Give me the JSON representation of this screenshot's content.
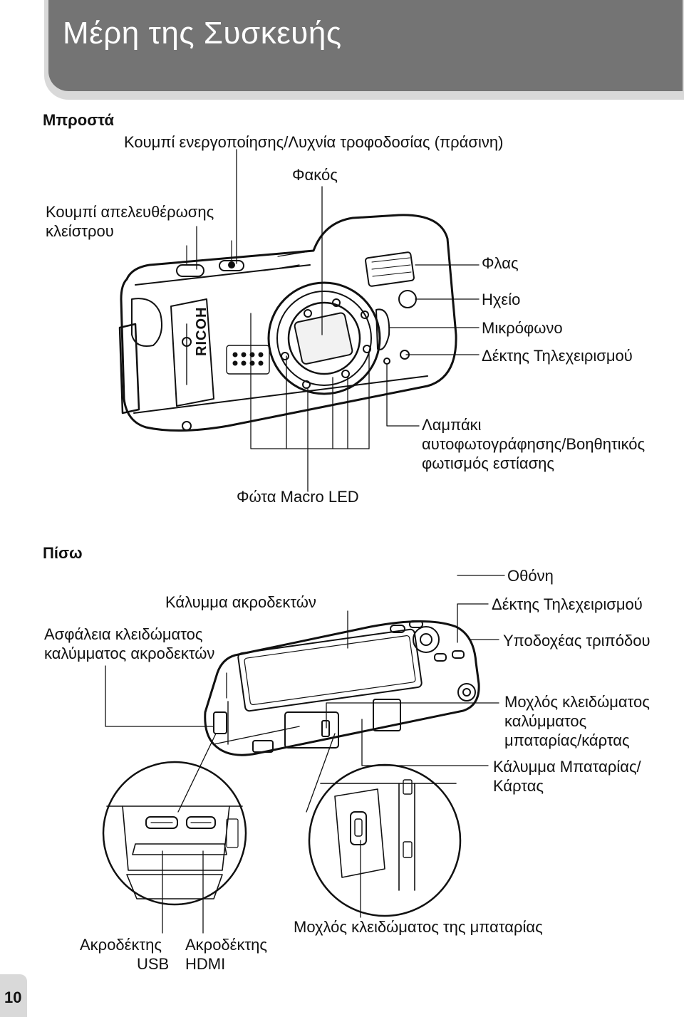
{
  "title": "Μέρη της Συσκευής",
  "page_number": "10",
  "front": {
    "heading": "Μπροστά",
    "power_button": "Κουμπί ενεργοποίησης/Λυχνία τροφοδοσίας (πράσινη)",
    "lens": "Φακός",
    "shutter_release_line1": "Κουμπί απελευθέρωσης",
    "shutter_release_line2": "κλείστρου",
    "flash": "Φλας",
    "speaker": "Ηχείο",
    "microphone": "Μικρόφωνο",
    "remote_receiver": "Δέκτης Τηλεχειρισμού",
    "self_timer_line1": "Λαμπάκι",
    "self_timer_line2": "αυτοφωτογράφησης/Βοηθητικός",
    "self_timer_line3": "φωτισμός εστίασης",
    "macro_led": "Φώτα Macro LED",
    "brand_logo": "RICOH"
  },
  "back": {
    "heading": "Πίσω",
    "monitor": "Οθόνη",
    "remote_receiver": "Δέκτης Τηλεχειρισμού",
    "terminal_cover": "Κάλυμμα ακροδεκτών",
    "terminal_lock_line1": "Ασφάλεια κλειδώματος",
    "terminal_lock_line2": "καλύμματος ακροδεκτών",
    "tripod_socket": "Υποδοχέας τριπόδου",
    "battery_cover_lock_line1": "Μοχλός κλειδώματος",
    "battery_cover_lock_line2": "καλύμματος",
    "battery_cover_lock_line3": "μπαταρίας/κάρτας",
    "battery_cover_line1": "Κάλυμμα Μπαταρίας/",
    "battery_cover_line2": "Κάρτας",
    "battery_lock_lever": "Μοχλός κλειδώματος της μπαταρίας",
    "usb_line1": "Ακροδέκτης",
    "usb_line2": "USB",
    "hdmi_line1": "Ακροδέκτης",
    "hdmi_line2": "HDMI"
  }
}
